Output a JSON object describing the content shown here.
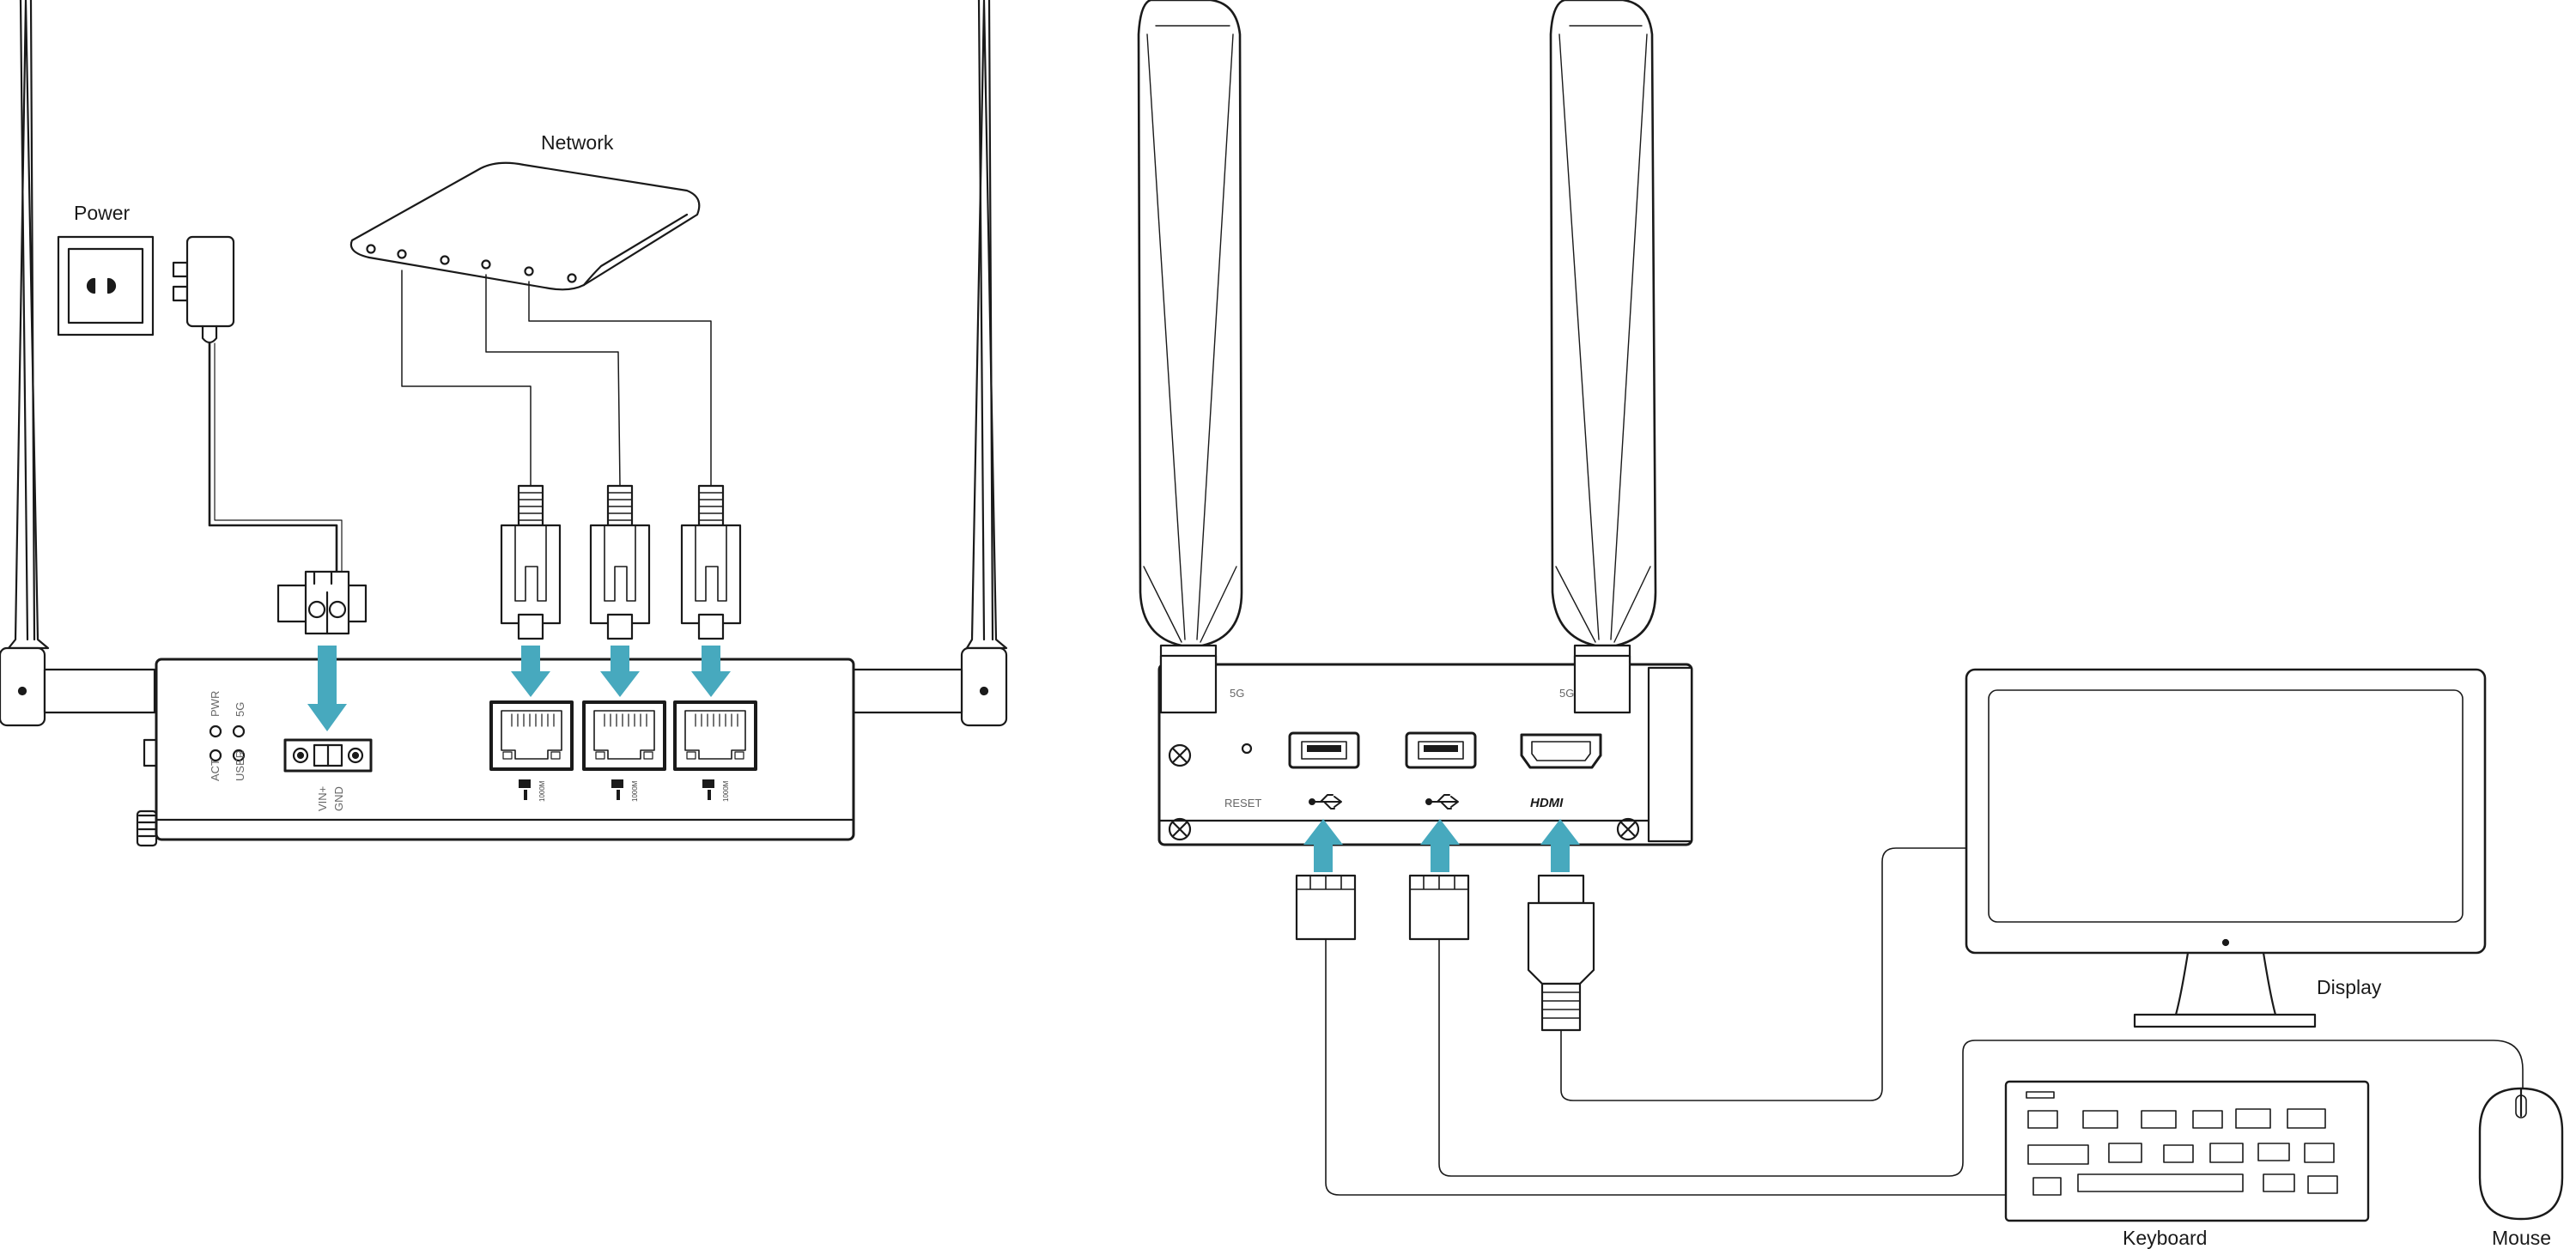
{
  "labels": {
    "power": "Power",
    "network": "Network",
    "display": "Display",
    "keyboard": "Keyboard",
    "mouse": "Mouse"
  },
  "front_panel": {
    "leds": [
      "ACT",
      "USER",
      "PWR",
      "5G"
    ],
    "power_terminal": [
      "VIN+",
      "GND"
    ],
    "ethernet_ports": [
      {
        "speed": "1000M"
      },
      {
        "speed": "1000M"
      },
      {
        "speed": "1000M"
      }
    ]
  },
  "rear_panel": {
    "antenna_left": "5G",
    "antenna_right": "5G",
    "reset": "RESET",
    "hdmi": "HDMI"
  },
  "colors": {
    "arrow": "#47A9BE",
    "line": "#1a1a1a"
  }
}
